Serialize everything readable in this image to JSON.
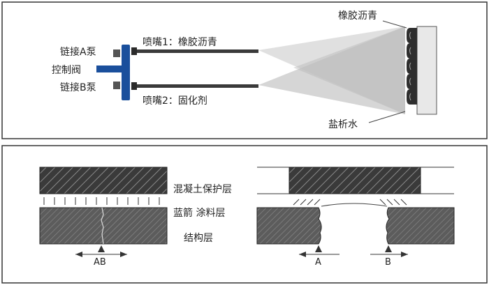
{
  "top_panel": {
    "labels": {
      "pump_a": "链接A泵",
      "control_valve": "控制阀",
      "pump_b": "链接B泵",
      "nozzle_1": "喷嘴1：橡胶沥青",
      "nozzle_2": "喷嘴2：固化剂",
      "rubber_asphalt": "橡胶沥青",
      "brine": "盐析水"
    }
  },
  "bottom_panel": {
    "labels": {
      "concrete_layer": "混凝土保护层",
      "coating_layer": "蓝箭 涂料层",
      "structure_layer": "结构层",
      "marker_ab": "AB",
      "marker_a": "A",
      "marker_b": "B"
    }
  },
  "colors": {
    "valve_blue": "#1a4f9c",
    "pipe_dark": "#3a3a3a",
    "spray_light": "#d4d4d4",
    "hatch_dark": "#3c3c3c",
    "hatch_mid": "#6a6a6a"
  }
}
